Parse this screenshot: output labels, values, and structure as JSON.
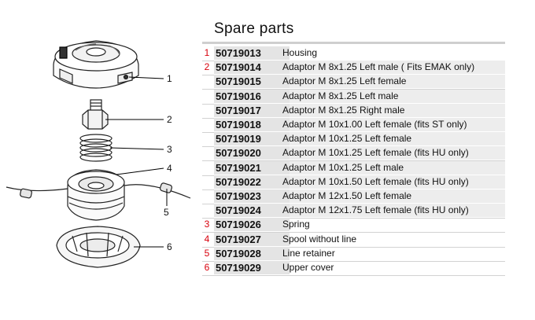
{
  "title": "Spare parts",
  "callouts": [
    "1",
    "2",
    "3",
    "4",
    "5",
    "6"
  ],
  "parts": [
    {
      "num": "1",
      "code": "50719013",
      "desc": "Housing"
    },
    {
      "num": "2",
      "code": "50719014",
      "desc": "Adaptor M 8x1.25 Left male ( Fits EMAK  only)"
    },
    {
      "num": "",
      "code": "50719015",
      "desc": "Adaptor M 8x1.25 Left female"
    },
    {
      "num": "",
      "code": "50719016",
      "desc": "Adaptor M 8x1.25 Left male"
    },
    {
      "num": "",
      "code": "50719017",
      "desc": "Adaptor M 8x1.25 Right male"
    },
    {
      "num": "",
      "code": "50719018",
      "desc": "Adaptor M 10x1.00 Left female (fits ST only)"
    },
    {
      "num": "",
      "code": "50719019",
      "desc": "Adaptor M 10x1.25 Left female"
    },
    {
      "num": "",
      "code": "50719020",
      "desc": "Adaptor M 10x1.25 Left female (fits HU only)"
    },
    {
      "num": "",
      "code": "50719021",
      "desc": "Adaptor M 10x1.25 Left male"
    },
    {
      "num": "",
      "code": "50719022",
      "desc": "Adaptor M 10x1.50 Left female (fits HU only)"
    },
    {
      "num": "",
      "code": "50719023",
      "desc": "Adaptor M 12x1.50 Left female"
    },
    {
      "num": "",
      "code": "50719024",
      "desc": "Adaptor M 12x1.75 Left female (fits HU only)"
    },
    {
      "num": "3",
      "code": "50719026",
      "desc": "Spring"
    },
    {
      "num": "4",
      "code": "50719027",
      "desc": "Spool without line"
    },
    {
      "num": "5",
      "code": "50719028",
      "desc": "Line retainer"
    },
    {
      "num": "6",
      "code": "50719029",
      "desc": "Upper cover"
    }
  ]
}
